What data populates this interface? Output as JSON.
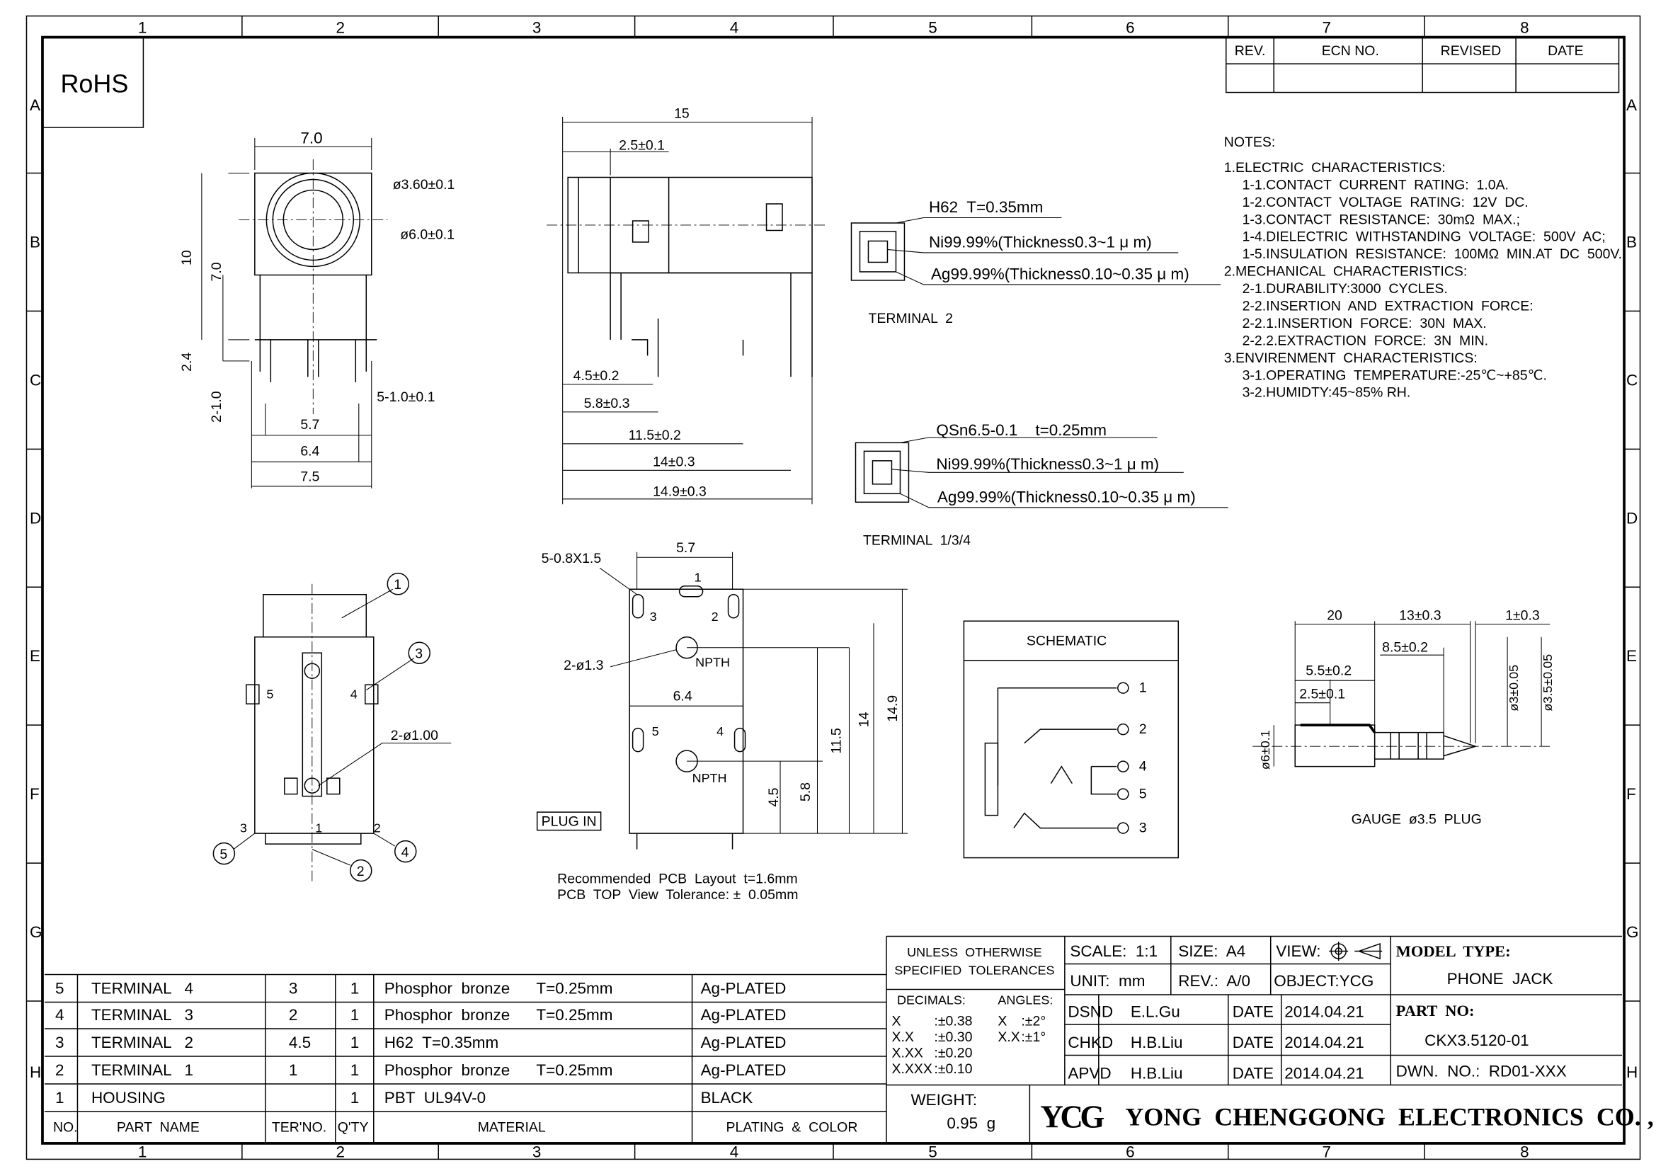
{
  "frame": {
    "columns": [
      "1",
      "2",
      "3",
      "4",
      "5",
      "6",
      "7",
      "8"
    ],
    "rows": [
      "A",
      "B",
      "C",
      "D",
      "E",
      "F",
      "G",
      "H"
    ]
  },
  "rohs": "RoHS",
  "revision_table": {
    "headers": [
      "REV.",
      "ECN NO.",
      "REVISED",
      "DATE"
    ]
  },
  "notes": [
    "NOTES:",
    "1.ELECTRIC  CHARACTERISTICS:",
    "  1-1.CONTACT  CURRENT  RATING:  1.0A.",
    "  1-2.CONTACT  VOLTAGE  RATING:  12V  DC.",
    "  1-3.CONTACT  RESISTANCE:  30mΩ  MAX.;",
    "  1-4.DIELECTRIC  WITHSTANDING  VOLTAGE:  500V  AC;",
    "  1-5.INSULATION  RESISTANCE:  100MΩ  MIN.AT  DC  500V.",
    "2.MECHANICAL  CHARACTERISTICS:",
    "  2-1.DURABILITY:3000  CYCLES.",
    "  2-2.INSERTION  AND  EXTRACTION  FORCE:",
    "  2-2.1.INSERTION  FORCE:  30N  MAX.",
    "  2-2.2.EXTRACTION  FORCE:  3N  MIN.",
    "3.ENVIRENMENT  CHARACTERISTICS:",
    "  3-1.OPERATING  TEMPERATURE:-25℃~+85℃.",
    "  3-2.HUMIDTY:45~85% RH."
  ],
  "front_view": {
    "dims": [
      "7.0",
      "ø3.60±0.1",
      "ø6.0±0.1",
      "10",
      "7.0",
      "2.4",
      "2-1.0",
      "5-1.0±0.1",
      "5.7",
      "6.4",
      "7.5"
    ]
  },
  "side_view": {
    "dims": [
      "15",
      "2.5±0.1",
      "4.5±0.2",
      "5.8±0.3",
      "11.5±0.2",
      "14±0.3",
      "14.9±0.3"
    ]
  },
  "terminal2": {
    "material": "H62  T=0.35mm",
    "layer1": "Ni99.99%(Thickness0.3~1 μ m)",
    "layer2": "Ag99.99%(Thickness0.10~0.35 μ m)",
    "label": "TERMINAL  2"
  },
  "terminal134": {
    "material": "QSn6.5-0.1    t=0.25mm",
    "layer1": "Ni99.99%(Thickness0.3~1 μ m)",
    "layer2": "Ag99.99%(Thickness0.10~0.35 μ m)",
    "label": "TERMINAL  1/3/4"
  },
  "bottom_view": {
    "balloons": [
      "1",
      "2",
      "3",
      "4",
      "5"
    ],
    "pins": [
      "5",
      "4",
      "3",
      "1",
      "2"
    ],
    "dims": [
      "2-ø1.00"
    ]
  },
  "pcb_layout": {
    "dims": [
      "5-0.8X1.5",
      "5.7",
      "2-ø1.3",
      "6.4",
      "11.5",
      "14",
      "14.9",
      "4.5",
      "5.8"
    ],
    "pins": [
      "1",
      "3",
      "2",
      "5",
      "4"
    ],
    "npth": "NPTH",
    "plug_in": "PLUG IN",
    "caption1": "Recommended  PCB  Layout  t=1.6mm",
    "caption2": "PCB  TOP  View  Tolerance: ±  0.05mm"
  },
  "schematic": {
    "title": "SCHEMATIC",
    "pins": [
      "1",
      "2",
      "4",
      "5",
      "3"
    ]
  },
  "plug": {
    "dims": [
      "20",
      "13±0.3",
      "1±0.3",
      "8.5±0.2",
      "5.5±0.2",
      "2.5±0.1",
      "ø3±0.05",
      "ø3.5±0.05",
      "ø6±0.1"
    ],
    "label": "GAUGE  ø3.5  PLUG"
  },
  "bom": {
    "rows": [
      [
        "5",
        "TERMINAL   4",
        "3",
        "1",
        "Phosphor  bronze      T=0.25mm",
        "Ag-PLATED"
      ],
      [
        "4",
        "TERMINAL   3",
        "2",
        "1",
        "Phosphor  bronze      T=0.25mm",
        "Ag-PLATED"
      ],
      [
        "3",
        "TERMINAL   2",
        "4.5",
        "1",
        "H62  T=0.35mm",
        "Ag-PLATED"
      ],
      [
        "2",
        "TERMINAL   1",
        "1",
        "1",
        "Phosphor  bronze      T=0.25mm",
        "Ag-PLATED"
      ],
      [
        "1",
        "HOUSING",
        "",
        "1",
        "PBT  UL94V-0",
        "BLACK"
      ]
    ],
    "headers": [
      "NO.",
      "PART  NAME",
      "TER'NO.",
      "Q'TY",
      "MATERIAL",
      "PLATING  &  COLOR"
    ]
  },
  "title_block": {
    "tol1": "UNLESS  OTHERWISE",
    "tol2": "SPECIFIED  TOLERANCES",
    "decimals": "DECIMALS:",
    "angles": "ANGLES:",
    "tol_rows": [
      [
        "X",
        ":±0.38",
        "X",
        ":±2°"
      ],
      [
        "X.X",
        ":±0.30",
        "X.X",
        ":±1°"
      ],
      [
        "X.XX",
        ":±0.20",
        "",
        ""
      ],
      [
        "X.XXX",
        ":±0.10",
        "",
        ""
      ]
    ],
    "scale": "SCALE:  1:1",
    "size": "SIZE:  A4",
    "view": "VIEW:",
    "unit": "UNIT:  mm",
    "rev": "REV.:  A/0",
    "object": "OBJECT:YCG",
    "model_type_label": "MODEL  TYPE:",
    "model_type": "PHONE  JACK",
    "part_no_label": "PART  NO:",
    "part_no": "CKX3.5120-01",
    "dwn_no": "DWN.  NO.:  RD01-XXX",
    "sign": [
      [
        "DSND",
        "E.L.Gu",
        "DATE",
        "2014.04.21"
      ],
      [
        "CHKD",
        "H.B.Liu",
        "DATE",
        "2014.04.21"
      ],
      [
        "APVD",
        "H.B.Liu",
        "DATE",
        "2014.04.21"
      ]
    ],
    "weight_label": "WEIGHT:",
    "weight": "0.95  g",
    "logo": "YCG",
    "company": "YONG  CHENGGONG  ELECTRONICS  CO. , LTD."
  }
}
